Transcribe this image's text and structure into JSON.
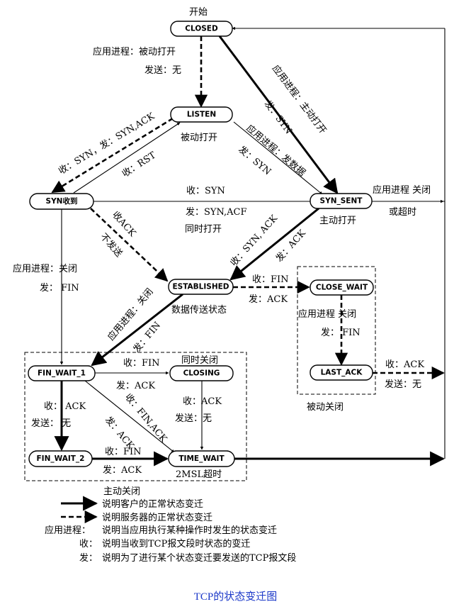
{
  "states": {
    "closed": "CLOSED",
    "listen": "LISTEN",
    "syn_rcvd": "SYN收到",
    "syn_sent": "SYN_SENT",
    "established": "ESTABLISHED",
    "close_wait": "CLOSE_WAIT",
    "last_ack": "LAST_ACK",
    "fin_wait_1": "FIN_WAIT_1",
    "closing": "CLOSING",
    "fin_wait_2": "FIN_WAIT_2",
    "time_wait": "TIME_WAIT"
  },
  "annotations": {
    "start": "开始",
    "passive_open": "被动打开",
    "active_open": "主动打开",
    "simultaneous_open": "同时打开",
    "data_transfer": "数据传送状态",
    "simultaneous_close": "同时关闭",
    "passive_close": "被动关闭",
    "active_close": "主动关闭",
    "two_msl_timeout": "2MSL超时"
  },
  "edges": {
    "closed_listen_1": "应用进程：被动打开",
    "closed_listen_2": "发送：无",
    "closed_synsent_1": "应用进程：主动打开",
    "closed_synsent_2": "发：SYN",
    "listen_synrcvd": "收：SYN，发：SYN,ACK",
    "synrcvd_listen": "收：RST",
    "listen_synsent_1": "应用进程：发数据",
    "listen_synsent_2": "发：SYN",
    "synsent_synrcvd_1": "收：SYN",
    "synsent_synrcvd_2": "发：SYN,ACF",
    "synsent_closed_1": "应用进程 关闭",
    "synsent_closed_2": "或超时",
    "synrcvd_est_1": "收ACK",
    "synrcvd_est_2": "不发送",
    "synsent_est_1": "收：SYN, ACK",
    "synsent_est_2": "发：ACK",
    "synrcvd_fw1_1": "应用进程：关闭",
    "synrcvd_fw1_2": "发：  FIN",
    "est_fw1_1": "应用进程：关闭",
    "est_fw1_2": "发：FIN",
    "est_cw_1": "收：FIN",
    "est_cw_2": "发：ACK",
    "cw_la_1": "应用进程  关闭",
    "cw_la_2": "发：      FIN",
    "la_closed_1": "收：ACK",
    "la_closed_2": "发送：无",
    "fw1_closing_1": "收：FIN",
    "fw1_closing_2": "发：ACK",
    "closing_tw_1": "收：ACK",
    "closing_tw_2": "发送：无",
    "fw1_tw_1": "收：FIN,ACK",
    "fw1_tw_2": "发：ACK",
    "fw1_fw2_1": "收：  ACK",
    "fw1_fw2_2": "发送：  无",
    "fw2_tw_1": "收：FIN",
    "fw2_tw_2": "发：ACK"
  },
  "legend": {
    "client": "说明客户的正常状态变迁",
    "server": "说明服务器的正常状态变迁",
    "app_key": "应用进程：",
    "app_desc": "说明当应用执行某种操作时发生的状态变迁",
    "recv_key": "收：",
    "recv_desc": "说明当收到TCP报文段时状态的变迁",
    "send_key": "发：",
    "send_desc": "说明为了进行某个状态变迁要发送的TCP报文段"
  },
  "caption": "TCP的状态变迁图"
}
